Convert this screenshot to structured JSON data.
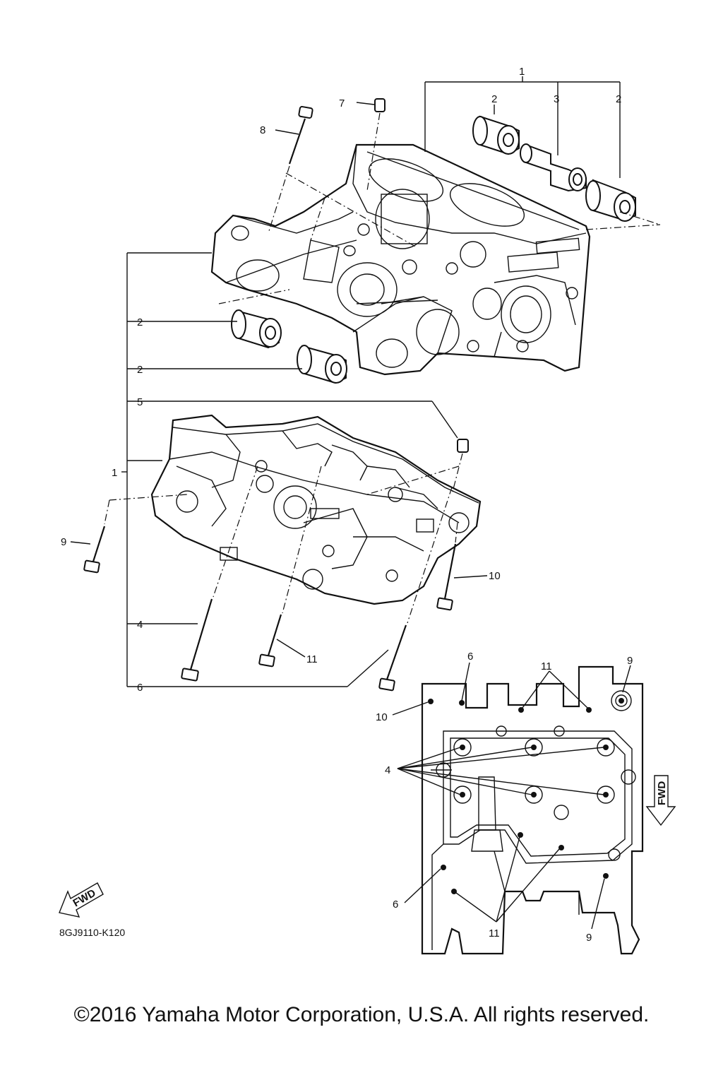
{
  "labels": {
    "l1_top": "1",
    "l2_top_left": "2",
    "l3": "3",
    "l2_top_right": "2",
    "l7": "7",
    "l8": "8",
    "l2_a": "2",
    "l2_b": "2",
    "l5": "5",
    "l1_mid": "1",
    "l9": "9",
    "l10": "10",
    "l4": "4",
    "l11": "11",
    "l6": "6"
  },
  "inset": {
    "l6_top": "6",
    "l11_top": "11",
    "l9_top": "9",
    "l10": "10",
    "l4": "4",
    "l6_bottom": "6",
    "l11_bottom": "11",
    "l9_bottom": "9",
    "fwd": "FWD"
  },
  "fwd_badge": "FWD",
  "catalog_code": "8GJ9110-K120",
  "copyright": "©2016 Yamaha Motor Corporation, U.S.A. All rights reserved."
}
